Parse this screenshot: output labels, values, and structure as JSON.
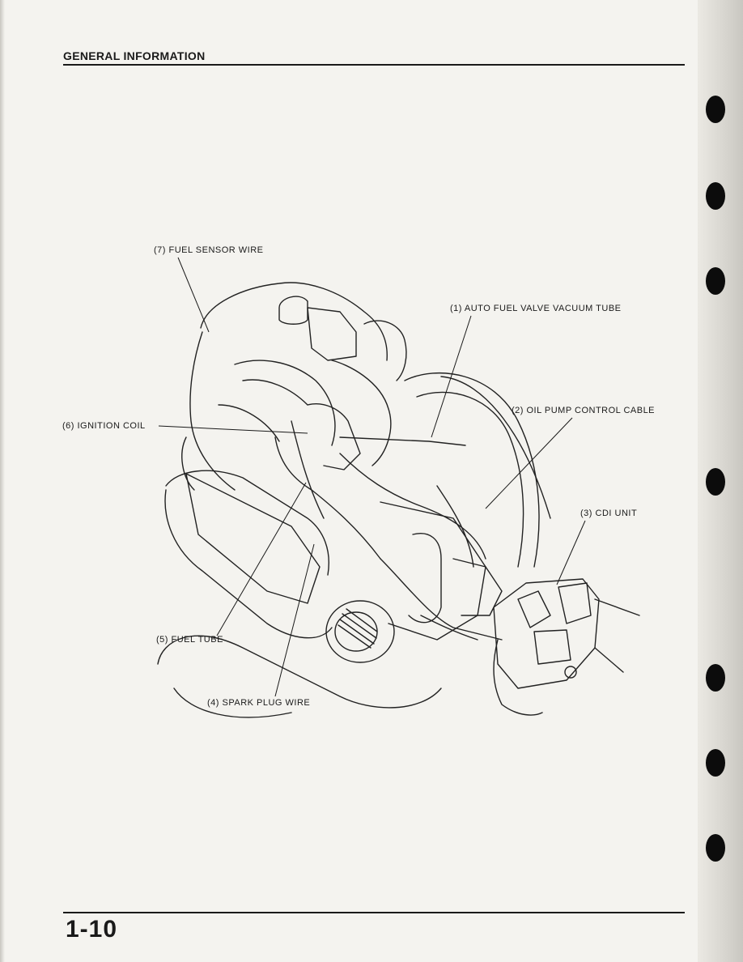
{
  "header": {
    "title": "GENERAL INFORMATION"
  },
  "footer": {
    "page_number": "1-10"
  },
  "figure": {
    "callouts": {
      "auto_fuel_valve_vacuum_tube": "(1) AUTO FUEL VALVE VACUUM TUBE",
      "oil_pump_control_cable": "(2) OIL PUMP CONTROL CABLE",
      "cdi_unit": "(3) CDI UNIT",
      "spark_plug_wire": "(4) SPARK PLUG WIRE",
      "fuel_tube": "(5) FUEL TUBE",
      "ignition_coil": "(6) IGNITION COIL",
      "fuel_sensor_wire": "(7) FUEL SENSOR WIRE"
    }
  }
}
